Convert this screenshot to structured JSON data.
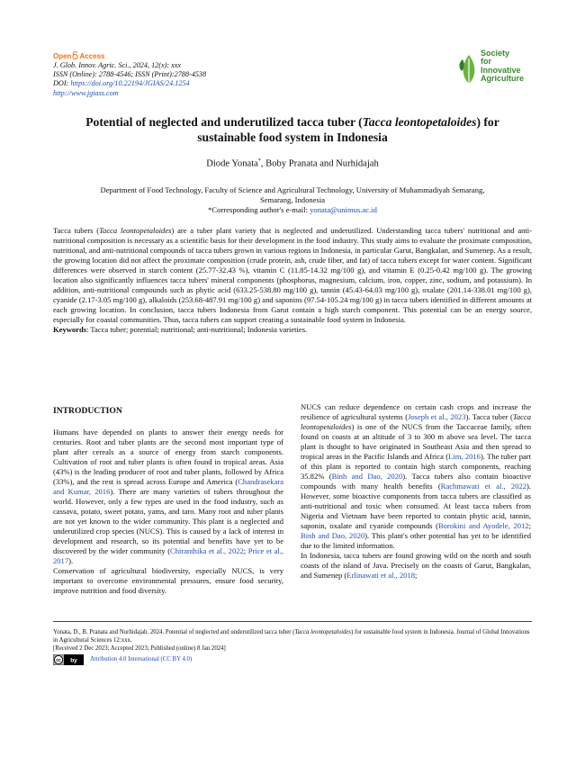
{
  "header": {
    "open_access": [
      "Open",
      "Access"
    ],
    "journal_line": "J. Glob. Innov. Agric. Sci., 2024, 12(x): xxx",
    "issn_line": "ISSN (Online): 2788-4546; ISSN (Print):2788-4538",
    "doi_label": "DOI: ",
    "doi_link": "https://doi.org/10.22194/JGIAS/24.1254",
    "website": "http://www.jgiass.com",
    "logo_lines": [
      "Society",
      "for",
      "Innovative",
      "Agriculture"
    ],
    "colors": {
      "accent_orange": "#f2711c",
      "logo_green": "#3c8a2e",
      "link_blue": "#1f4fb3"
    }
  },
  "article": {
    "title_line1_a": "Potential of neglected and underutilized tacca tuber (",
    "title_line1_italic": "Tacca leontopetaloides",
    "title_line1_b": ") for",
    "title_line2": "sustainable food system in Indonesia",
    "author_first": "Diode Yonata",
    "author_mark": "*",
    "authors_rest": ", Boby Pranata and Nurhidajah",
    "affiliation_line1": "Department of Food Technology, Faculty of Science and Agricultural Technology, University of Muhammadiyah Semarang,",
    "affiliation_line2": "Semarang, Indonesia",
    "corresponding_label": "*Corresponding author's e-mail: ",
    "corresponding_email": "yonata@unimus.ac.id"
  },
  "abstract": {
    "t1": "Tacca tubers (",
    "t1_italic": "Tacca leontopetaloides",
    "t2": ") are a tuber plant variety that is neglected and underutilized. Understanding tacca tubers' nutritional and anti-nutritional composition is necessary as a scientific basis for their development in the food industry. This study aims to evaluate the proximate composition, nutritional, and anti-nutritional compounds of tacca tubers grown in various regions in Indonesia, in particular Garut, Bangkalan, and Sumenep. As a result, the growing location did not affect the proximate composition (crude protein, ash, crude fiber, and fat) of tacca tubers except for water content. Significant differences were observed in starch content (25.77-32.43 %), vitamin C (11.85-14.32 mg/100 g), and vitamin E (0.25-0.42 mg/100 g). The growing location also significantly influences tacca tubers' mineral components (phosphorus, magnesium, calcium, iron, copper, zinc, sodium, and potassium). In addition, anti-nutritional compounds such as phytic acid (633.25-538.80 mg/100 g), tannin (45.43-64.03 mg/100 g), oxalate (201.14-338.01 mg/100 g), cyanide (2.17-3.05 mg/100 g), alkaloids (253.68-487.91 mg/100 g) and saponins (97.54-105.24 mg/100 g) in tacca tubers identified in different amounts at each growing location. In conclusion, tacca tubers Indonesia from Garut contain a high starch component. This potential can be an energy source, especially for coastal communities. Thus, tacca tubers can support creating a sustainable food system in Indonesia.",
    "keywords_label": "Keywords",
    "keywords": ": Tacca tuber; potential; nutritional; anti-nutritional; Indonesia varieties."
  },
  "introduction": {
    "heading": "INTRODUCTION",
    "c1p1_a": "Humans have depended on plants to answer their energy needs for centuries. Root and tuber plants are the second most important type of plant after cereals as a source of energy from starch components. Cultivation of root and tuber plants is often found in tropical areas. Asia (43%) is the leading producer of root and tuber plants, followed by Africa (33%), and the rest is spread across Europe and America (",
    "c1p1_ref1": "Chandrasekara and Kumar, 2016",
    "c1p1_b": "). There are many varieties of tubers throughout the world. However, only a few types are used in the food industry, such as cassava, potato, sweet potato, yams, and taro. Many root and tuber plants are not yet known to the wider community. This plant is a neglected and underutilized crop species (NUCS). This is caused by a lack of interest in development and research, so its potential and benefits have yet to be discovered by the wider community (",
    "c1p1_ref2": "Chiranthika et al., 2022",
    "c1p1_c": "; ",
    "c1p1_ref3": "Price et al., 2017",
    "c1p1_d": ").",
    "c1p2": "Conservation of agricultural biodiversity, especially NUCS, is very important to overcome environmental pressures, ensure food security, improve nutrition and food diversity.",
    "c2p1_a": "NUCS can reduce dependence on certain cash crops and increase the resilience of agricultural systems (",
    "c2p1_ref1": "Joseph et al., 2023",
    "c2p1_b": "). Tacca tuber (",
    "c2p1_italic": "Tacca leontopetaloides",
    "c2p1_c": ") is one of the NUCS from the Taccaceae family, often found on coasts at an altitude of 3 to 300 m above sea level. The tacca plant is thought to have originated in Southeast Asia and then spread to tropical areas in the Pacific Islands and Africa (",
    "c2p1_ref2": "Lim, 2016",
    "c2p1_d": "). The tuber part of this plant is reported to contain high starch components, reaching 35.82% (",
    "c2p1_ref3": "Binh and Dao, 2020",
    "c2p1_e": "). Tacca tubers also contain bioactive compounds with many health benefits (",
    "c2p1_ref4": "Rachmawati et al., 2022",
    "c2p1_f": "). However, some bioactive components from tacca tubers are classified as anti-nutritional and toxic when consumed. At least tacca tubers from Nigeria and Vietnam have been reported to contain phytic acid, tannin, saponin, oxalate and cyanide compounds (",
    "c2p1_ref5": "Borokini and Ayodele, 2012",
    "c2p1_g": "; ",
    "c2p1_ref6": "Binh and Dao, 2020",
    "c2p1_h": "). This plant's other potential has yet to be identified due to the limited information.",
    "c2p2_a": "In Indonesia, tacca tubers are found growing wild on the north and south coasts of the island of Java. Precisely on the coasts of Garut, Bangkalan, and Sumenep (",
    "c2p2_ref1": "Erlinawati et al., 2018",
    "c2p2_b": ";"
  },
  "footer": {
    "citation_a": "Yonata, D., B. Pranata and Nurhidajah. 2024. Potential of neglected and underutilized tacca tuber (",
    "citation_italic": "Tacca leontopetaloides",
    "citation_b": ") for sustainable food system in Indonesia. Journal of Global Innovations in Agricultural Sciences 12:xxx.",
    "received": "[Received 2 Dec 2023; Accepted 2023; Published (online) 8 Jan 2024]",
    "license": "Attribution 4.0 International (CC BY 4.0)",
    "cc_badge": [
      "cc",
      "by"
    ]
  }
}
